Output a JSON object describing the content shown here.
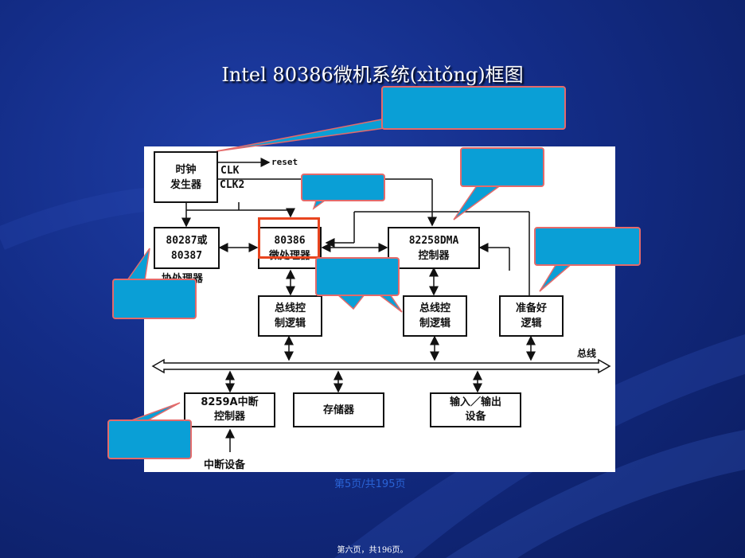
{
  "slide": {
    "title": "Intel 80386微机系统(xìtǒng)框图",
    "page_indicator": "第5页/共195页",
    "footer": "第六页，共196页。"
  },
  "diagram": {
    "boxes": {
      "clock": [
        "时钟",
        "发生器"
      ],
      "coprocessor": [
        "80287或",
        "80387"
      ],
      "cpu": [
        "80386",
        "微处理器"
      ],
      "dma": [
        "82258DMA",
        "控制器"
      ],
      "bus_logic_1": [
        "总线控",
        "制逻辑"
      ],
      "bus_logic_2": [
        "总线控",
        "制逻辑"
      ],
      "ready_logic": [
        "准备好",
        "逻辑"
      ],
      "interrupt_controller": [
        "8259A中断",
        "控制器"
      ],
      "memory": [
        "存储器"
      ],
      "io": [
        "输入／输出",
        "设备"
      ]
    },
    "labels": {
      "clk": "CLK",
      "clk2": "CLK2",
      "reset": "reset",
      "coprocessor_caption": "协处理器",
      "bus": "总线",
      "interrupt_device": "中断设备"
    }
  },
  "colors": {
    "background": "#132c86",
    "callout_fill": "#0a9fd6",
    "callout_border": "#e46a6a",
    "highlight": "#e8451f",
    "page_indicator": "#2a63d6"
  }
}
